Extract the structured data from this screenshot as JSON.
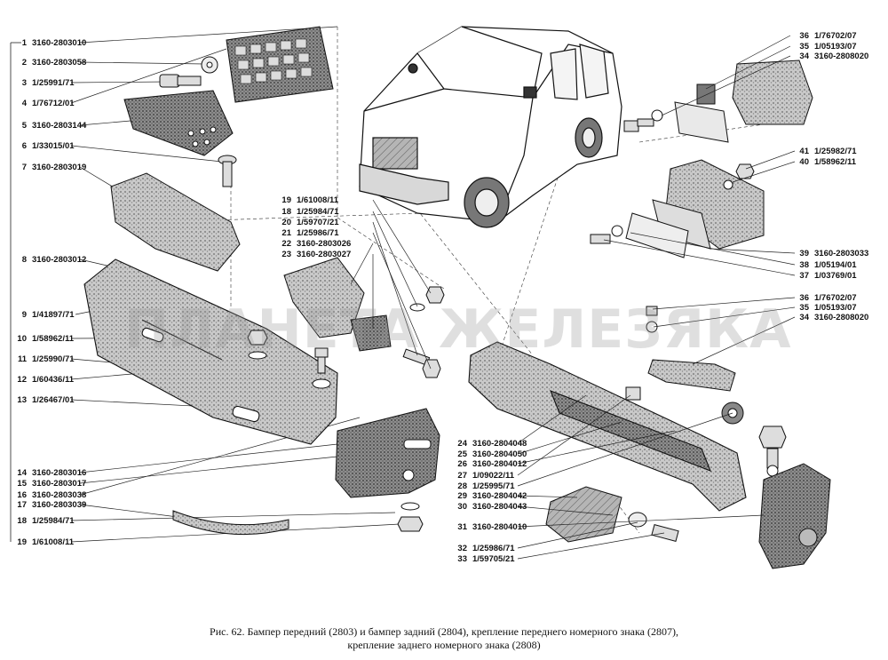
{
  "labels_left": [
    {
      "num": "1",
      "code": "3160-2803010"
    },
    {
      "num": "2",
      "code": "3160-2803058"
    },
    {
      "num": "3",
      "code": "1/25991/71"
    },
    {
      "num": "4",
      "code": "1/76712/01"
    },
    {
      "num": "5",
      "code": "3160-2803144"
    },
    {
      "num": "6",
      "code": "1/33015/01"
    },
    {
      "num": "7",
      "code": "3160-2803019"
    },
    {
      "num": "8",
      "code": "3160-2803012"
    },
    {
      "num": "9",
      "code": "1/41897/71"
    },
    {
      "num": "10",
      "code": "1/58962/11"
    },
    {
      "num": "11",
      "code": "1/25990/71"
    },
    {
      "num": "12",
      "code": "1/60436/11"
    },
    {
      "num": "13",
      "code": "1/26467/01"
    },
    {
      "num": "14",
      "code": "3160-2803016"
    },
    {
      "num": "15",
      "code": "3160-2803017"
    },
    {
      "num": "16",
      "code": "3160-2803038"
    },
    {
      "num": "17",
      "code": "3160-2803039"
    },
    {
      "num": "18",
      "code": "1/25984/71"
    },
    {
      "num": "19",
      "code": "1/61008/11"
    }
  ],
  "labels_mid": [
    {
      "num": "19",
      "code": "1/61008/11"
    },
    {
      "num": "18",
      "code": "1/25984/71"
    },
    {
      "num": "20",
      "code": "1/59707/21"
    },
    {
      "num": "21",
      "code": "1/25986/71"
    },
    {
      "num": "22",
      "code": "3160-2803026"
    },
    {
      "num": "23",
      "code": "3160-2803027"
    }
  ],
  "labels_center": [
    {
      "num": "24",
      "code": "3160-2804048"
    },
    {
      "num": "25",
      "code": "3160-2804050"
    },
    {
      "num": "26",
      "code": "3160-2804012"
    },
    {
      "num": "27",
      "code": "1/09022/11"
    },
    {
      "num": "28",
      "code": "1/25995/71"
    },
    {
      "num": "29",
      "code": "3160-2804042"
    },
    {
      "num": "30",
      "code": "3160-2804043"
    },
    {
      "num": "31",
      "code": "3160-2804010"
    },
    {
      "num": "32",
      "code": "1/25986/71"
    },
    {
      "num": "33",
      "code": "1/59705/21"
    }
  ],
  "labels_right_top": [
    {
      "num": "36",
      "code": "1/76702/07"
    },
    {
      "num": "35",
      "code": "1/05193/07"
    },
    {
      "num": "34",
      "code": "3160-2808020"
    },
    {
      "num": "41",
      "code": "1/25982/71"
    },
    {
      "num": "40",
      "code": "1/58962/11"
    },
    {
      "num": "39",
      "code": "3160-2803033"
    },
    {
      "num": "38",
      "code": "1/05194/01"
    },
    {
      "num": "37",
      "code": "1/03769/01"
    }
  ],
  "labels_right_bottom": [
    {
      "num": "36",
      "code": "1/76702/07"
    },
    {
      "num": "35",
      "code": "1/05193/07"
    },
    {
      "num": "34",
      "code": "3160-2808020"
    }
  ],
  "watermark": "ПЛАНЕТА ЖЕЛЕЗЯКА",
  "caption_line1": "Рис. 62. Бампер передний (2803) и бампер задний (2804), крепление переднего номерного знака (2807),",
  "caption_line2": "крепление заднего номерного знака (2808)"
}
